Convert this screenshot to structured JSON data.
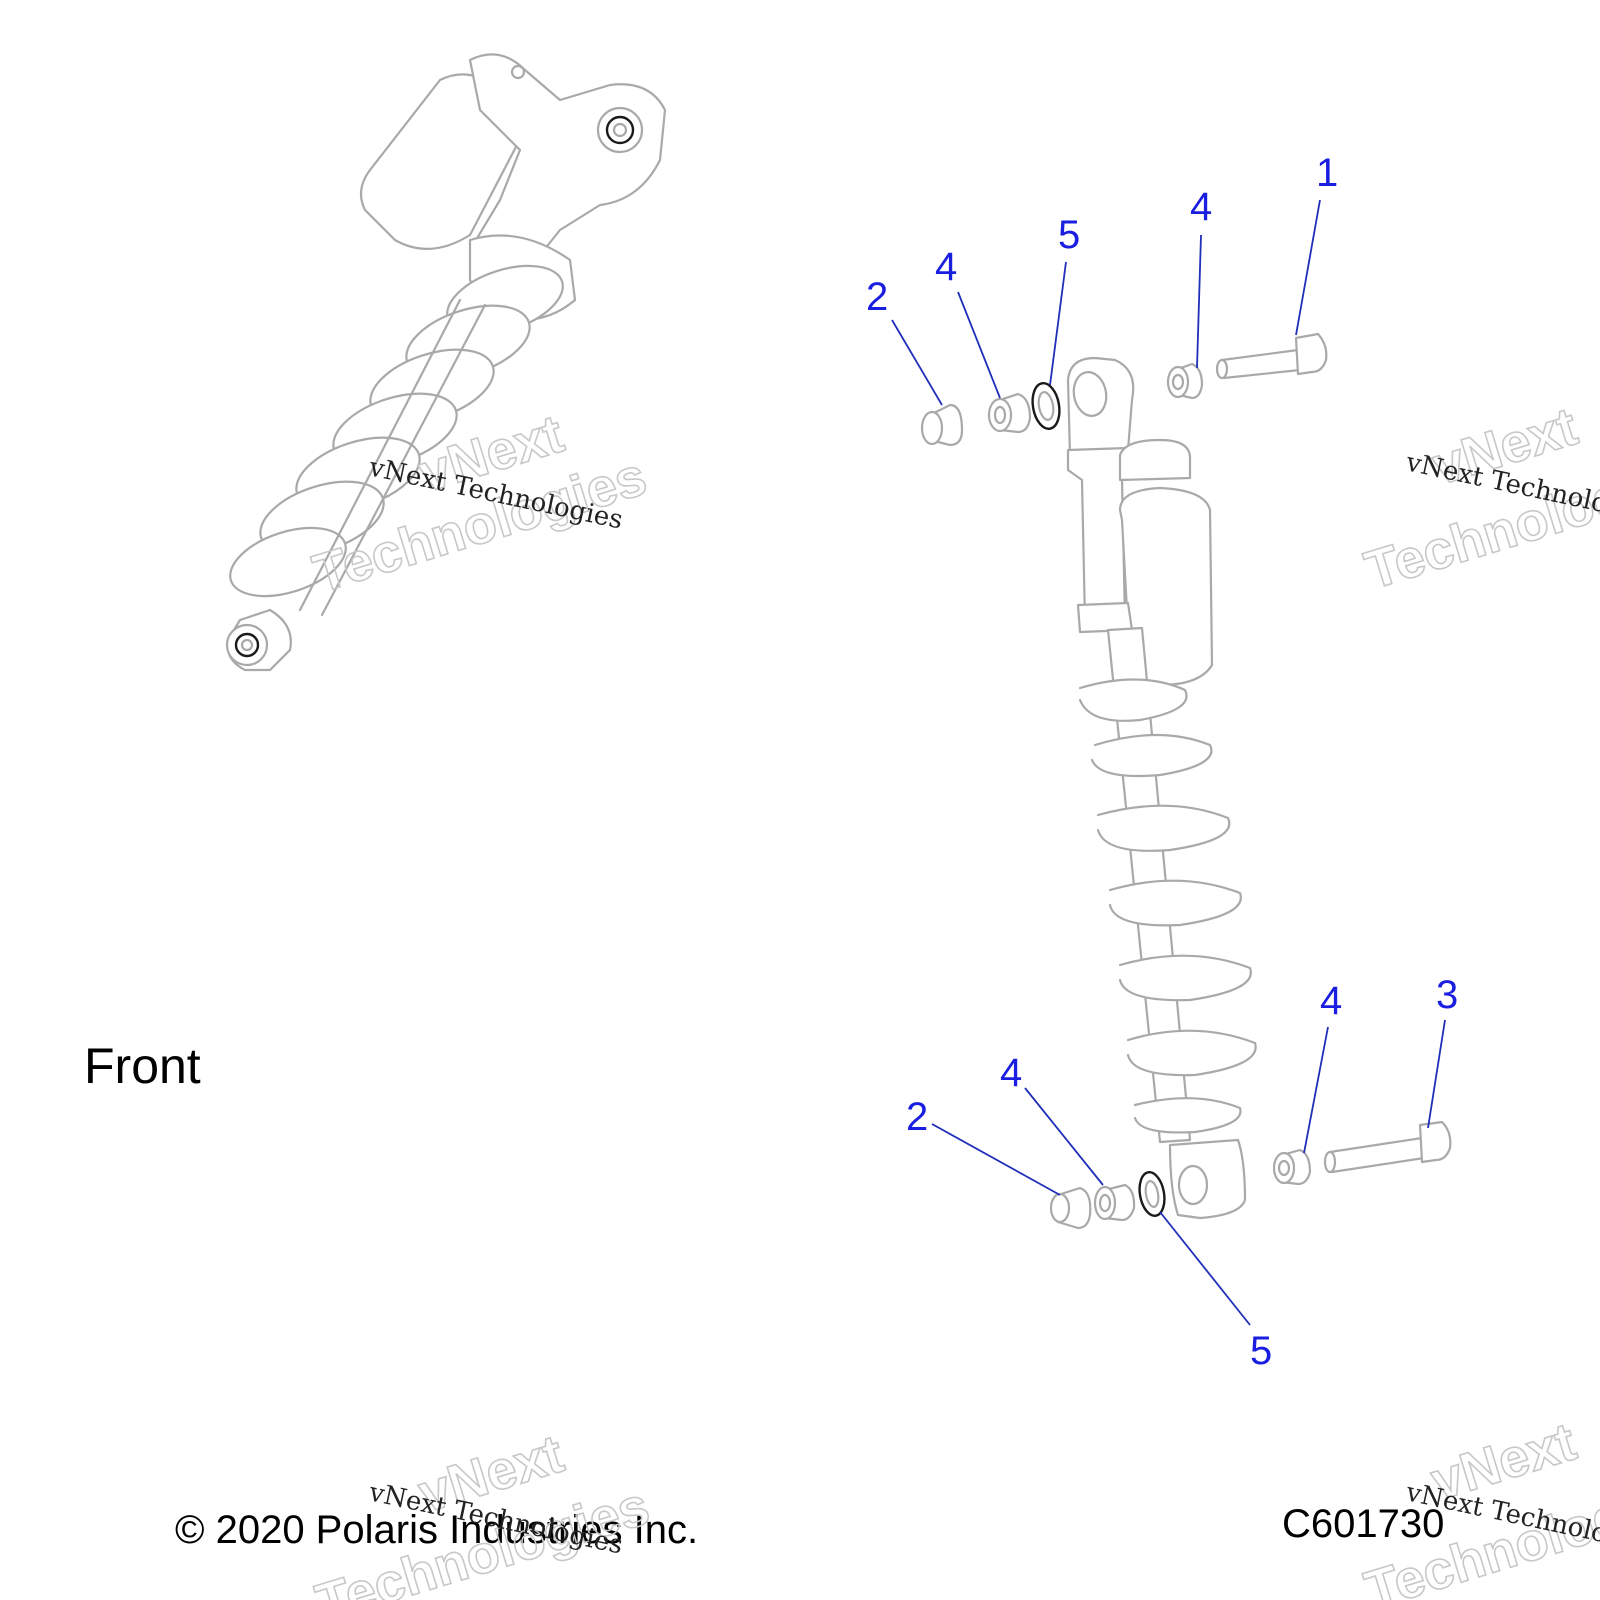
{
  "labels": {
    "front": "Front",
    "copyright": "© 2020 Polaris Industries Inc.",
    "figure_code": "C601730"
  },
  "watermark": {
    "line1": "vNext",
    "line2": "Technologies",
    "script": "vNext Technologies"
  },
  "callouts": {
    "bolt_top": "1",
    "cap_top": "2",
    "cap_bottom": "2",
    "bolt_bottom": "3",
    "bushing_top_left": "4",
    "bushing_top_right": "4",
    "bushing_bottom_left": "4",
    "bushing_bottom_right": "4",
    "seal_top": "5",
    "seal_bottom": "5"
  },
  "colors": {
    "callout_text": "#1a1ee0",
    "leader_line": "#1f2fb8",
    "part_outline": "#a9a9a9"
  }
}
